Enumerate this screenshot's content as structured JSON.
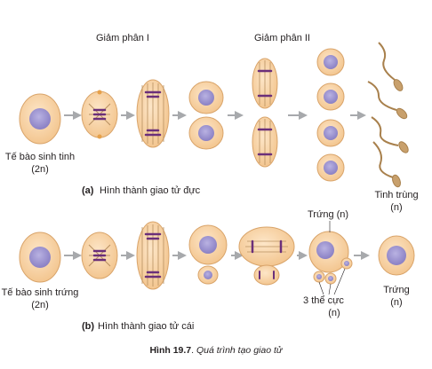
{
  "labels": {
    "meiosis_1": "Giảm phân I",
    "meiosis_2": "Giảm phân II",
    "spermatocyte_line1": "Tế bào sinh tinh",
    "spermatocyte_line2": "(2n)",
    "caption_a_tag": "(a)",
    "caption_a_text": "Hình thành giao tử  đực",
    "sperm_line1": "Tinh trùng",
    "sperm_line2": "(n)",
    "egg_top": "Trứng (n)",
    "oocyte_line1": "Tế bào sinh trứng",
    "oocyte_line2": "(2n)",
    "polar_line1": "3 thể cực",
    "polar_line2": "(n)",
    "egg_line1": "Trứng",
    "egg_line2": "(n)",
    "caption_b_tag": "(b)",
    "caption_b_text": "Hình thành giao tử cái",
    "figure_number": "Hình 19.7",
    "figure_dot": ". ",
    "figure_title": "Quá trình tạo giao tử"
  },
  "colors": {
    "cell_fill": "#f8d5a8",
    "cell_stroke": "#d9a46a",
    "nucleus": "#9d95cf",
    "chromosome": "#6b2f7a",
    "spindle": "#b89060",
    "arrow": "#a7a9ac",
    "sperm_body": "#c8a06c"
  }
}
